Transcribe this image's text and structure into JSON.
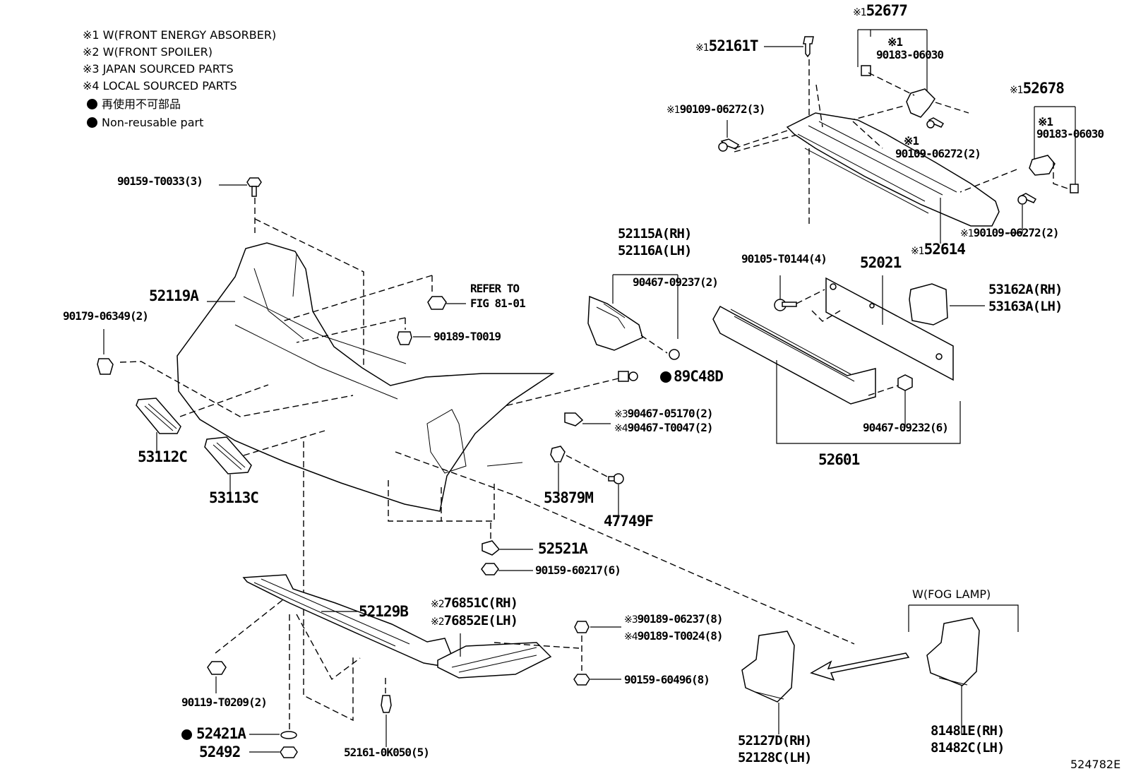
{
  "notes": {
    "n1": "※1 W(FRONT ENERGY ABSORBER)",
    "n2": "※2 W(FRONT SPOILER)",
    "n3": "※3 JAPAN SOURCED PARTS",
    "n4": "※4 LOCAL SOURCED PARTS",
    "n5": "再使用不可部品",
    "n6": "Non-reusable part"
  },
  "marks": {
    "m1": "※1",
    "m2": "※2",
    "m3": "※3",
    "m4": "※4"
  },
  "parts": {
    "p52677": "52677",
    "p52161T": "52161T",
    "p90183_a": "90183-06030",
    "p52678": "52678",
    "p90109_3": "90109-06272(3)",
    "p90109_2a": "90109-06272(2)",
    "p90183_b": "90183-06030",
    "p90109_2b": "90109-06272(2)",
    "p52614": "52614",
    "p90159_T0033": "90159-T0033(3)",
    "p52115A": "52115A(RH)",
    "p52116A": "52116A(LH)",
    "p90467_09237": "90467-09237(2)",
    "p90105": "90105-T0144(4)",
    "p52021": "52021",
    "p53162A": "53162A(RH)",
    "p53163A": "53163A(LH)",
    "p52119A": "52119A",
    "refer1": "REFER TO",
    "refer2": "FIG 81-01",
    "p90179": "90179-06349(2)",
    "p90189_T0019": "90189-T0019",
    "p89C48D": "89C48D",
    "p90467_05170": "90467-05170(2)",
    "p90467_T0047": "90467-T0047(2)",
    "p90467_09232": "90467-09232(6)",
    "p52601": "52601",
    "p53112C": "53112C",
    "p53113C": "53113C",
    "p53879M": "53879M",
    "p47749F": "47749F",
    "p52521A": "52521A",
    "p90159_60217": "90159-60217(6)",
    "p52129B": "52129B",
    "p76851C": "76851C(RH)",
    "p76852E": "76852E(LH)",
    "p90189_06237": "90189-06237(8)",
    "p90189_T0024": "90189-T0024(8)",
    "p90159_60496": "90159-60496(8)",
    "fog": "W(FOG LAMP)",
    "p90119": "90119-T0209(2)",
    "p52421A": "52421A",
    "p52492": "52492",
    "p52161_0K050": "52161-0K050(5)",
    "p52127D": "52127D(RH)",
    "p52128C": "52128C(LH)",
    "p81481E": "81481E(RH)",
    "p81482C": "81482C(LH)",
    "figno": "524782E"
  }
}
